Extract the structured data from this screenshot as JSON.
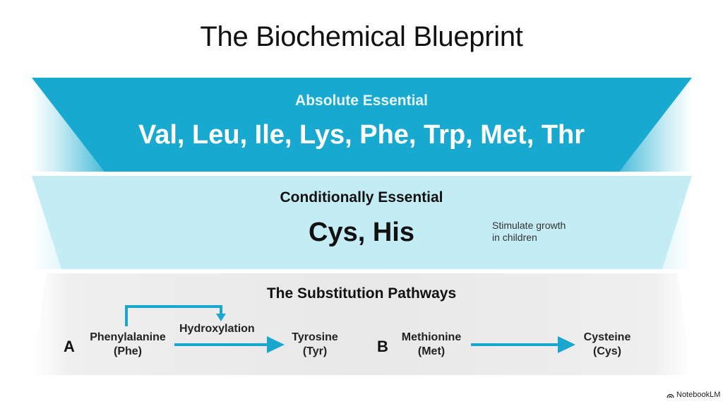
{
  "title": "The Biochemical Blueprint",
  "tiers": {
    "absolute": {
      "label": "Absolute Essential",
      "amino_acids": "Val, Leu, Ile, Lys, Phe, Trp, Met, Thr"
    },
    "conditional": {
      "label": "Conditionally Essential",
      "amino_acids": "Cys, His",
      "note_line1": "Stimulate growth",
      "note_line2": "in children"
    },
    "substitution": {
      "label": "The Substitution Pathways",
      "pathway_a": {
        "letter": "A",
        "source_name": "Phenylalanine",
        "source_abbr": "(Phe)",
        "process": "Hydroxylation",
        "target_name": "Tyrosine",
        "target_abbr": "(Tyr)"
      },
      "pathway_b": {
        "letter": "B",
        "source_name": "Methionine",
        "source_abbr": "(Met)",
        "target_name": "Cysteine",
        "target_abbr": "(Cys)"
      }
    }
  },
  "brand": "NotebookLM",
  "colors": {
    "primary_blue": "#18a9d1",
    "light_blue": "#c4ecf4",
    "grey_band": "#e8e8e8",
    "arrow": "#1aa7cf"
  }
}
